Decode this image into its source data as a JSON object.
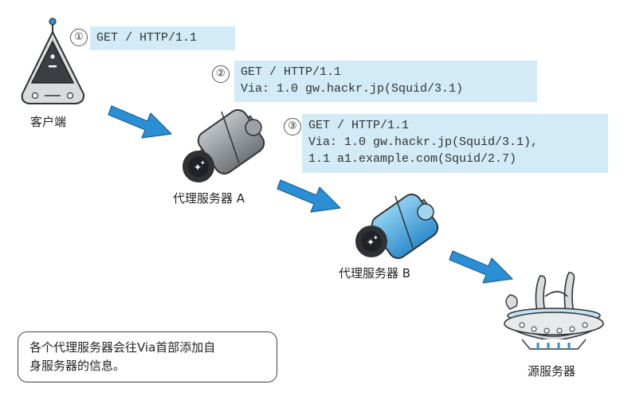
{
  "requests": [
    {
      "step": "①",
      "lines": [
        "GET / HTTP/1.1"
      ]
    },
    {
      "step": "②",
      "lines": [
        "GET / HTTP/1.1",
        "Via: 1.0 gw.hackr.jp(Squid/3.1)"
      ]
    },
    {
      "step": "③",
      "lines": [
        "GET / HTTP/1.1",
        "Via: 1.0 gw.hackr.jp(Squid/3.1),",
        "1.1 a1.example.com(Squid/2.7)"
      ]
    }
  ],
  "nodes": {
    "client": "客户端",
    "proxy_a": "代理服务器 A",
    "proxy_b": "代理服务器 B",
    "origin": "源服务器"
  },
  "note": {
    "line1": "各个代理服务器会往Via首部添加自",
    "line2": "身服务器的信息。"
  },
  "colors": {
    "request_bg": "#d2ebf6",
    "arrow": "#2b8fd6",
    "proxy_b_accent": "#3aa0dc"
  }
}
